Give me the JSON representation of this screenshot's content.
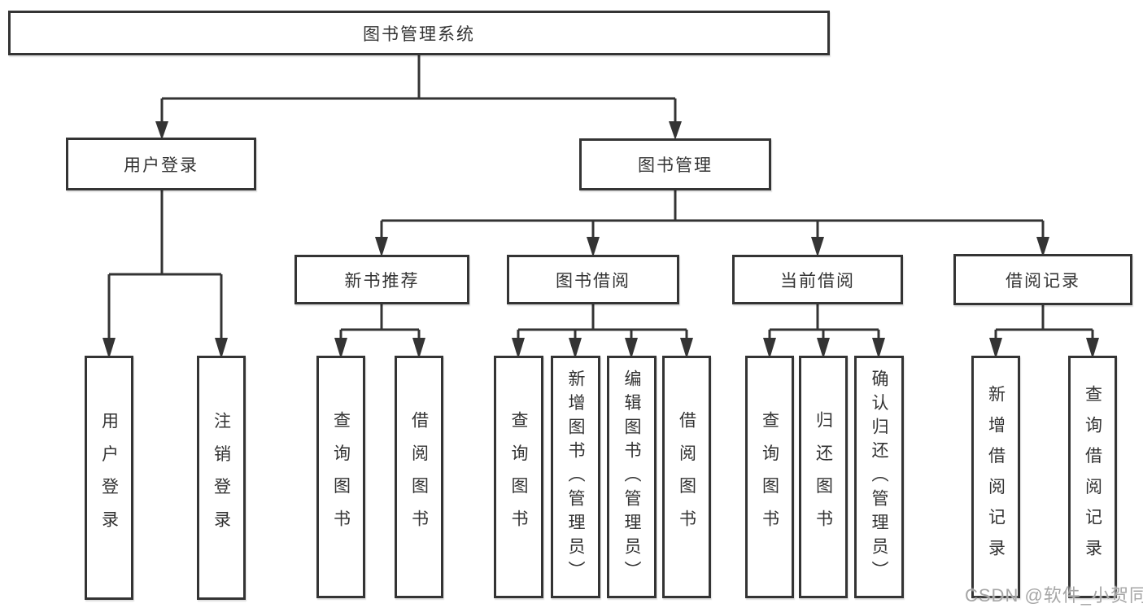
{
  "colors": {
    "line": "#343434",
    "text": "#333333",
    "watermark": "#a6a6a6",
    "background": "#ffffff"
  },
  "watermark": {
    "text": "CSDN @软件_小贺同学"
  },
  "tree": {
    "root": {
      "label": "图书管理系统"
    },
    "branches": [
      {
        "label": "用户登录",
        "children": [
          {
            "label": "用户登录"
          },
          {
            "label": "注销登录"
          }
        ]
      },
      {
        "label": "图书管理",
        "children": [
          {
            "label": "新书推荐",
            "children": [
              {
                "label": "查询图书"
              },
              {
                "label": "借阅图书"
              }
            ]
          },
          {
            "label": "图书借阅",
            "children": [
              {
                "label": "查询图书"
              },
              {
                "label": "新增图书（管理员）"
              },
              {
                "label": "编辑图书（管理员）"
              },
              {
                "label": "借阅图书"
              }
            ]
          },
          {
            "label": "当前借阅",
            "children": [
              {
                "label": "查询图书"
              },
              {
                "label": "归还图书"
              },
              {
                "label": "确认归还（管理员）"
              }
            ]
          },
          {
            "label": "借阅记录",
            "children": [
              {
                "label": "新增借阅记录"
              },
              {
                "label": "查询借阅记录"
              }
            ]
          }
        ]
      }
    ]
  }
}
